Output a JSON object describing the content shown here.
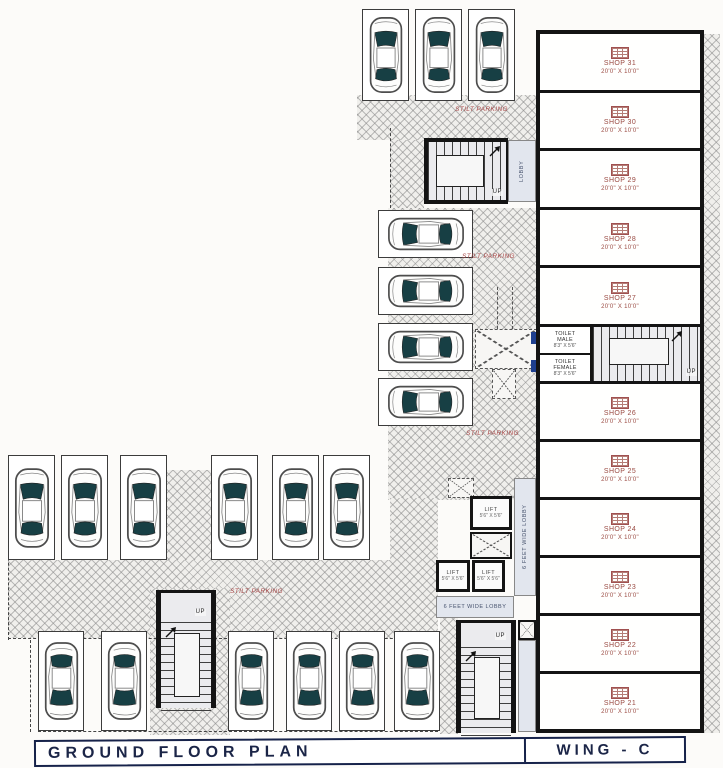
{
  "title_bar": {
    "left": "GROUND FLOOR PLAN",
    "right": "WING - C"
  },
  "shops_top": [
    {
      "name": "SHOP 31",
      "dims": "20'0\" X 10'0\""
    },
    {
      "name": "SHOP 30",
      "dims": "20'0\" X 10'0\""
    },
    {
      "name": "SHOP 29",
      "dims": "20'0\" X 10'0\""
    },
    {
      "name": "SHOP 28",
      "dims": "20'0\" X 10'0\""
    },
    {
      "name": "SHOP 27",
      "dims": "20'0\" X 10'0\""
    }
  ],
  "shops_bottom": [
    {
      "name": "SHOP 26",
      "dims": "20'0\" X 10'0\""
    },
    {
      "name": "SHOP 25",
      "dims": "20'0\" X 10'0\""
    },
    {
      "name": "SHOP 24",
      "dims": "20'0\" X 10'0\""
    },
    {
      "name": "SHOP 23",
      "dims": "20'0\" X 10'0\""
    },
    {
      "name": "SHOP 22",
      "dims": "20'0\" X 10'0\""
    },
    {
      "name": "SHOP 21",
      "dims": "20'0\" X 10'0\""
    }
  ],
  "toilets": {
    "title": "TOILET",
    "male": "MALE",
    "male_dims": "8'3\" X 5'6\"",
    "female": "FEMALE",
    "female_dims": "8'3\" X 5'6\""
  },
  "lifts": {
    "label": "LIFT",
    "dims": "5'6\" X 5'6\""
  },
  "lobbies": {
    "top": "LOBBY",
    "right_vertical": "6 FEET WIDE LOBBY",
    "bottom": "6 FEET WIDE LOBBY"
  },
  "stairs": {
    "up_label": "UP"
  },
  "parking": {
    "stilt_label": "STILT PARKING"
  },
  "icons": {
    "shutter": "red grid shutter glyph",
    "car": "top-view car with dark teal glazing",
    "stair_arrow": "diagonal up arrow",
    "cross_shaft": "X-braced duct/lift well"
  },
  "colors": {
    "wall": "#141414",
    "shop_text": "#9a4a42",
    "stilt_text": "#a84848",
    "car_window": "#173f44",
    "lobby_fill": "#e2e6ee",
    "title_navy": "#1b2547"
  }
}
